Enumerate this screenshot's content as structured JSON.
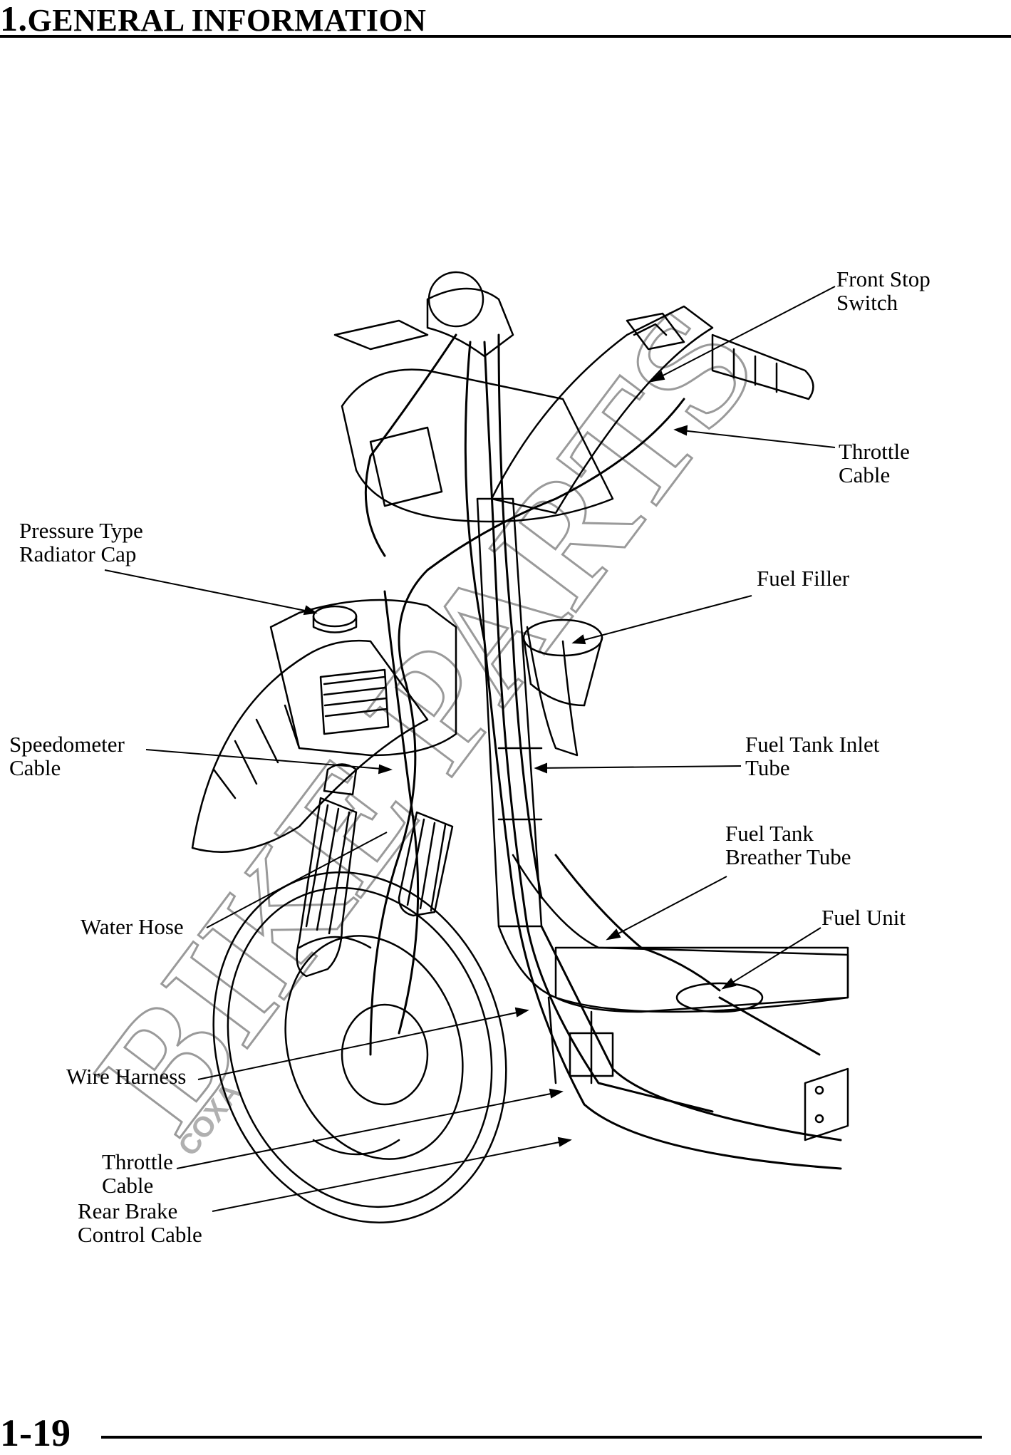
{
  "header": {
    "section": "1.",
    "title": "GENERAL INFORMATION"
  },
  "footer": {
    "page_number": "1-19"
  },
  "watermark": {
    "main": "BIKE PARTS",
    "sub": "COXA"
  },
  "figure": {
    "callouts": [
      {
        "id": "front-stop-switch",
        "text": "Front Stop\nSwitch"
      },
      {
        "id": "throttle-cable-top",
        "text": "Throttle\nCable"
      },
      {
        "id": "pressure-type-radiator-cap",
        "text": "Pressure Type\nRadiator Cap"
      },
      {
        "id": "fuel-filler",
        "text": "Fuel Filler"
      },
      {
        "id": "speedometer-cable",
        "text": "Speedometer\nCable"
      },
      {
        "id": "fuel-tank-inlet-tube",
        "text": "Fuel Tank Inlet\nTube"
      },
      {
        "id": "fuel-tank-breather-tube",
        "text": "Fuel Tank\nBreather Tube"
      },
      {
        "id": "water-hose",
        "text": "Water Hose"
      },
      {
        "id": "fuel-unit",
        "text": "Fuel Unit"
      },
      {
        "id": "wire-harness",
        "text": "Wire Harness"
      },
      {
        "id": "throttle-cable-bottom",
        "text": "Throttle\nCable"
      },
      {
        "id": "rear-brake-control-cable",
        "text": "Rear Brake\nControl Cable"
      }
    ]
  }
}
